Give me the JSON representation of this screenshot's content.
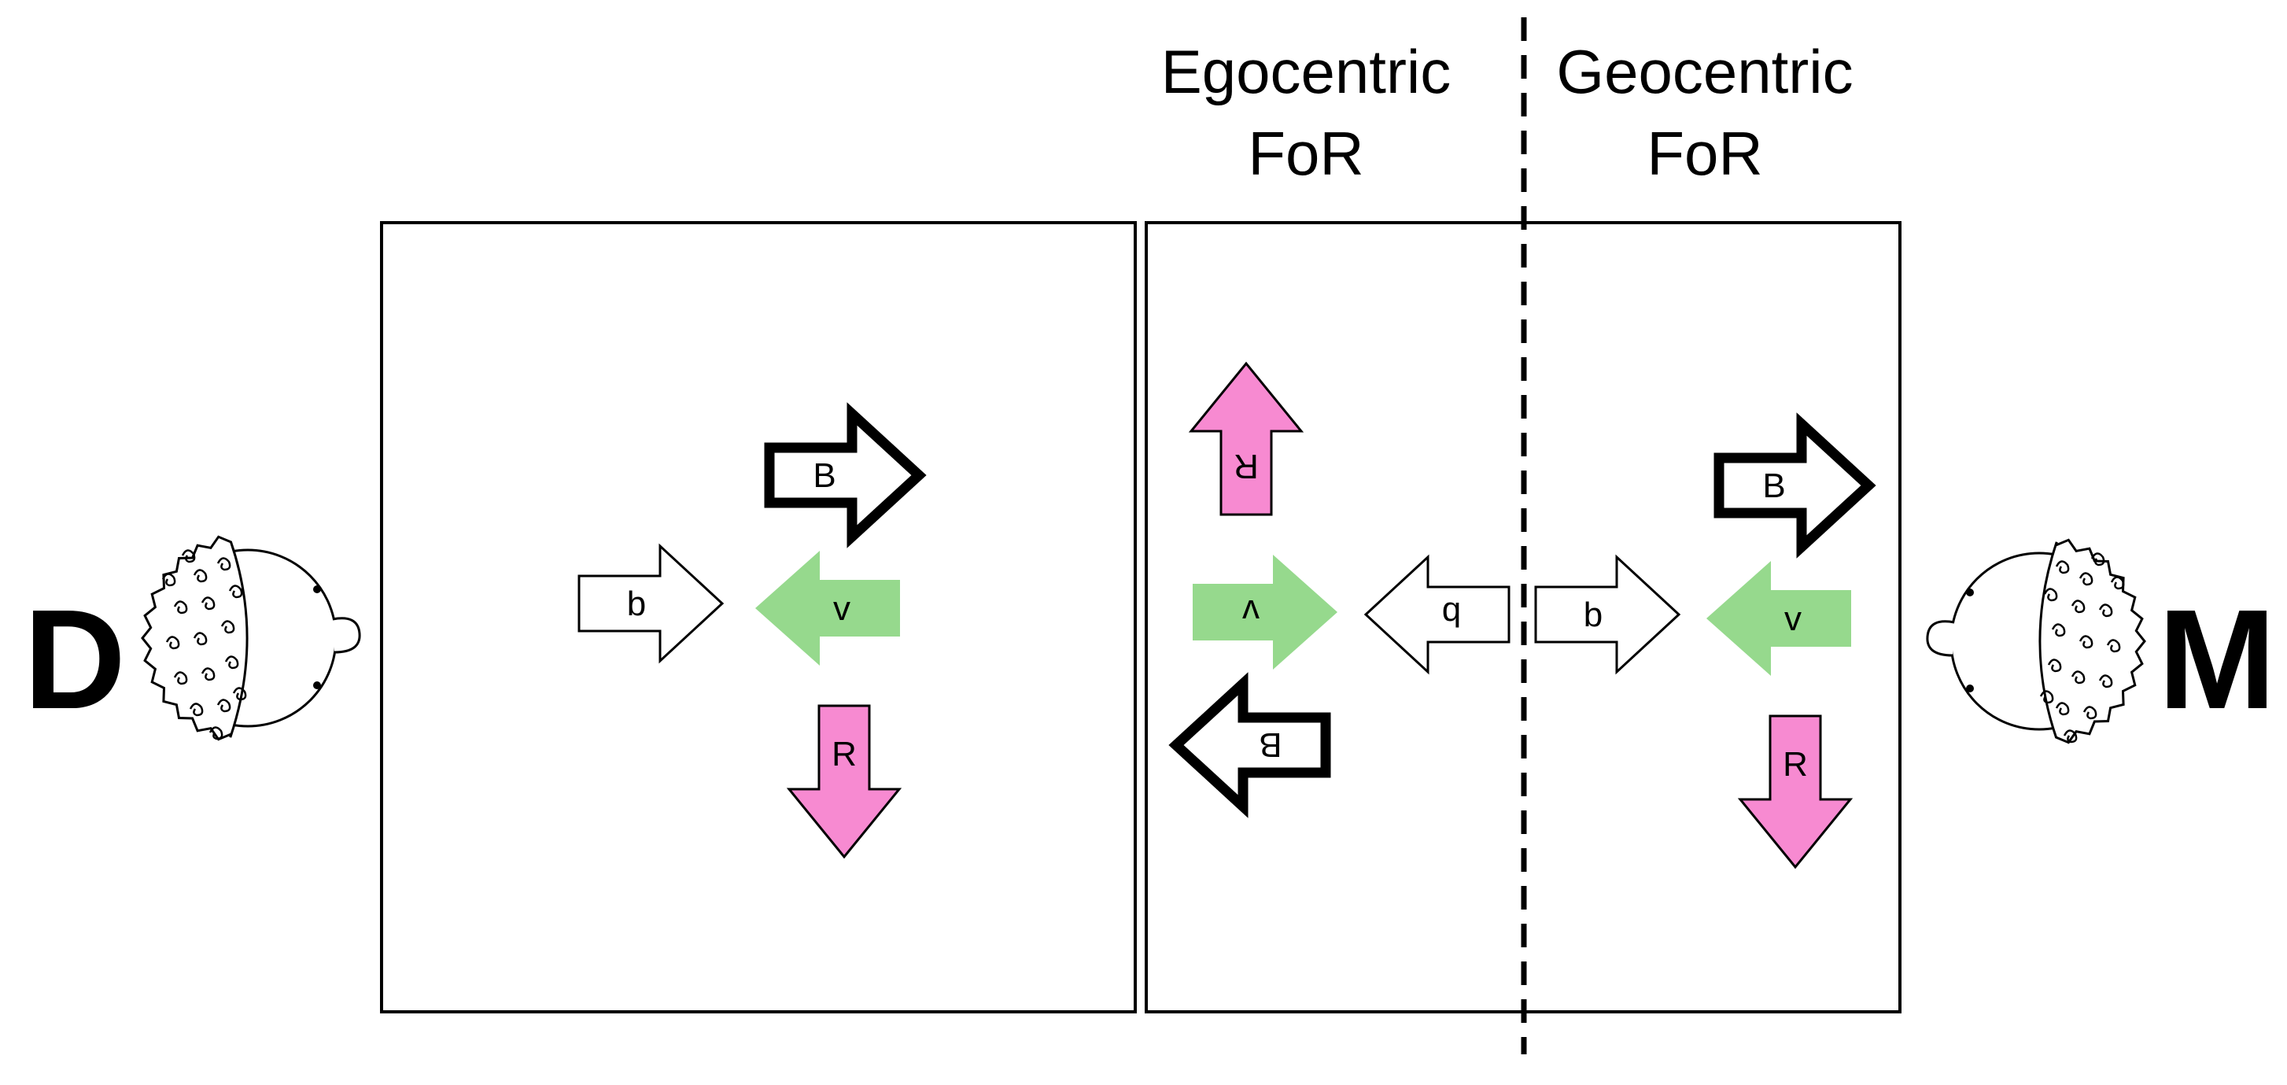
{
  "headings": {
    "egocentric_line1": "Egocentric",
    "egocentric_line2": "FoR",
    "geocentric_line1": "Geocentric",
    "geocentric_line2": "FoR"
  },
  "people": {
    "left": "D",
    "right": "M"
  },
  "arrow_letters": {
    "blue": "B",
    "small": "b",
    "green": "v",
    "red": "R"
  },
  "colors": {
    "pink": "#f78ad1",
    "green": "#96d98d",
    "outline": "#000000",
    "white": "#ffffff"
  }
}
